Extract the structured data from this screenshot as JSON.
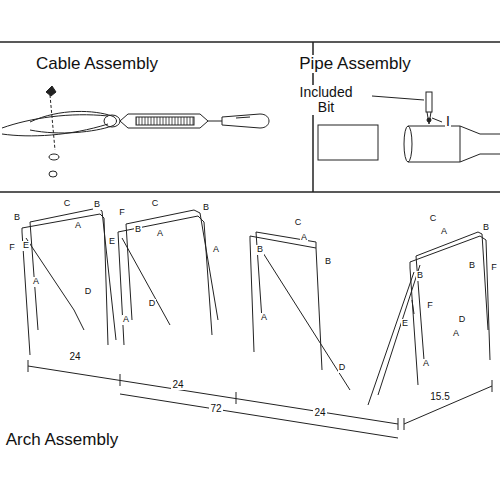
{
  "diagram": {
    "labels": [
      "Cable Assembly",
      "Pipe Assembly",
      "Included Bit",
      "I",
      "C",
      "B",
      "A",
      "B",
      "F",
      "E",
      "F",
      "A",
      "D",
      "A",
      "C",
      "B",
      "B",
      "A",
      "E",
      "A",
      "D",
      "C",
      "B",
      "A",
      "B",
      "A",
      "D",
      "C",
      "B",
      "A",
      "B",
      "B",
      "F",
      "F",
      "E",
      "D",
      "A",
      "A",
      "24",
      "24",
      "72",
      "24",
      "15.5",
      "Arch Assembly"
    ]
  }
}
